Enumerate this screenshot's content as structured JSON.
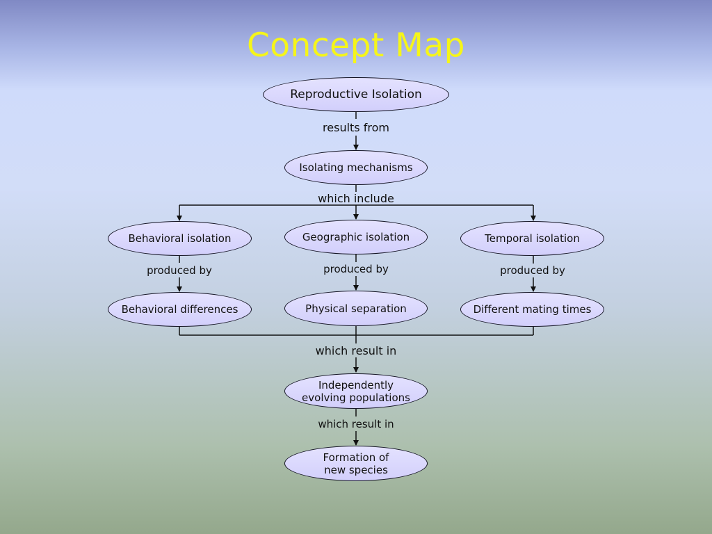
{
  "title": "Concept Map",
  "nodes": {
    "reproductive_isolation": "Reproductive Isolation",
    "isolating_mechanisms": "Isolating mechanisms",
    "behavioral_isolation": "Behavioral isolation",
    "geographic_isolation": "Geographic isolation",
    "temporal_isolation": "Temporal isolation",
    "behavioral_differences": "Behavioral differences",
    "physical_separation": "Physical separation",
    "different_mating_times": "Different mating times",
    "independently_evolving": "Independently\nevolving populations",
    "formation_new_species": "Formation of\nnew species"
  },
  "links": {
    "results_from": "results from",
    "which_include": "which include",
    "produced_by_left": "produced by",
    "produced_by_middle": "produced by",
    "produced_by_right": "produced by",
    "which_result_in_1": "which result in",
    "which_result_in_2": "which result in"
  },
  "colors": {
    "title": "#f5f51a",
    "node_fill": "#dcd9ff",
    "line": "#111111"
  }
}
